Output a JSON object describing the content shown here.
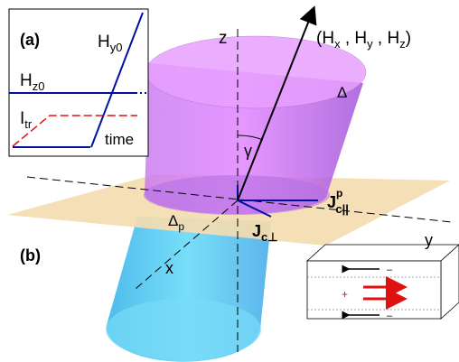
{
  "panel_a": {
    "tag": "(a)",
    "h_y0": "H",
    "h_y0_sub": "y0",
    "h_z0": "H",
    "h_z0_sub": "z0",
    "i_tr": "I",
    "i_tr_sub": "tr",
    "time": "time"
  },
  "panel_b": {
    "tag": "(b)",
    "axis_z": "z",
    "axis_x": "x",
    "axis_y": "y",
    "field_vector": "(H",
    "field_x_sub": "x",
    "field_mid1": " , H",
    "field_y_sub": "y",
    "field_mid2": " , H",
    "field_z_sub": "z",
    "field_close": ")",
    "angle": "γ",
    "delta": "Δ",
    "delta_p": "Δ",
    "delta_p_sub": "p",
    "jc_par": "J",
    "jc_par_sup": "p",
    "jc_par_sub": "c||",
    "jc_perp": "J",
    "jc_perp_sub": "c⊥",
    "inset_plus": "+",
    "inset_minus": "–"
  },
  "colors": {
    "cylinder_top": "#c060e8",
    "cylinder_bottom": "#40c8f0",
    "plane": "#f4dcb0",
    "blue_line": "#0010a0",
    "red": "#e01010"
  }
}
